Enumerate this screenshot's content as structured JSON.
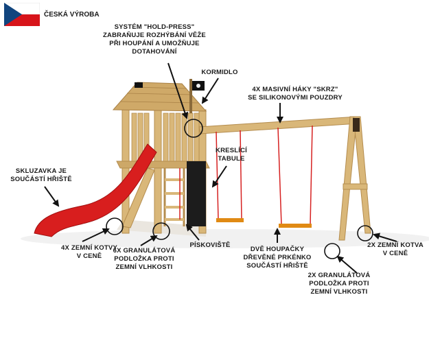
{
  "badge": {
    "text": "ČESKÁ VÝROBA",
    "flag_colors": {
      "white": "#ffffff",
      "red": "#d7141a",
      "blue": "#11457e"
    }
  },
  "labels": {
    "hold_press": "SYSTÉM \"HOLD-PRESS\"\nZABRAŇUJE ROZHÝBÁNÍ VĚŽE\nPŘI HOUPÁNÍ A UMOŽŇUJE\nDOTAHOVÁNÍ",
    "kormidlo": "KORMIDLO",
    "hooks": "4X MASIVNÍ HÁKY \"SKRZ\"\nSE SILIKONOVÝMI POUZDRY",
    "slide": "SKLUZAVKA JE\nSOUČÁSTÍ HŘIŠTĚ",
    "board": "KRESLÍCÍ\nTABULE",
    "anchors4": "4X ZEMNÍ KOTVY\nV CENĚ",
    "pads6": "6X GRANULÁTOVÁ\nPODLOŽKA PROTI\nZEMNÍ VLHKOSTI",
    "sandpit": "PÍSKOVIŠTĚ",
    "swings": "DVĚ HOUPAČKY\nDŘEVĚNÉ PRKÉNKO\nSOUČÁSTÍ HŘIŠTĚ",
    "anchors2": "2X ZEMNÍ KOTVA\nV CENĚ",
    "pads2": "2X GRANULÁTOVÁ\nPODLOŽKA PROTI\nZEMNÍ VLHKOSTI"
  },
  "colors": {
    "wood": "#d9b779",
    "wood_dark": "#b48c4e",
    "slide": "#d81e1e",
    "rope": "#d62020",
    "seat": "#e08a14",
    "board": "#1c1c1c",
    "sand": "#eae6df"
  }
}
